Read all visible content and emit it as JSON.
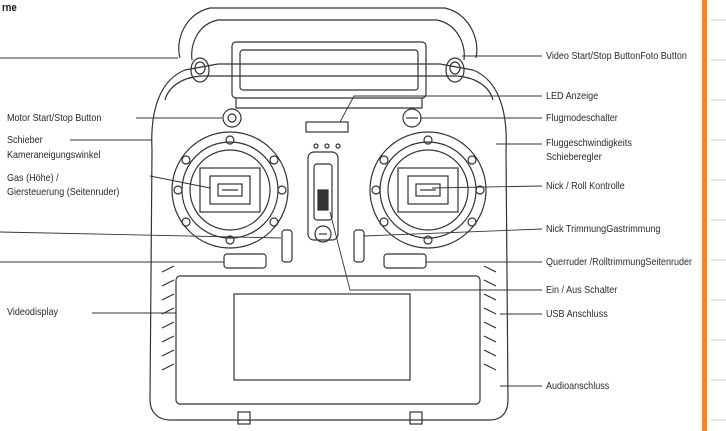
{
  "header": {
    "title_fragment": "rne"
  },
  "labels_left": {
    "motor_start_stop": "Motor Start/Stop Button",
    "schieber_line1": "Schieber",
    "schieber_line2": "Kameraneigungswinkel",
    "gas_line1": "Gas (Höhe) /",
    "gas_line2": "Giersteuerung (Seitenruder)",
    "videodisplay": "Videodisplay"
  },
  "labels_right": {
    "video_foto_button": "Video Start/Stop ButtonFoto Button",
    "led_anzeige": "LED Anzeige",
    "flugmodeschalter": "Flugmodeschalter",
    "fluggeschwindigkeit_line1": "Fluggeschwindigkeits",
    "fluggeschwindigkeit_line2": "Schieberegler",
    "nick_roll": "Nick / Roll Kontrolle",
    "nick_trimmung": "Nick TrimmungGastrimmung",
    "querruder": "Querruder /RolltrimmungSeitenruder",
    "ein_aus": "Ein / Aus Schalter",
    "usb_anschluss": "USB Anschluss",
    "audioanschluss": "Audioanschluss"
  },
  "colors": {
    "line": "#333333",
    "accent_bar": "#e8883a",
    "sidebar_rule": "#c8c8c8"
  },
  "icons": {
    "left_gimbal": "joystick-gimbal-icon",
    "right_gimbal": "joystick-gimbal-icon",
    "power_switch": "toggle-switch-icon"
  }
}
